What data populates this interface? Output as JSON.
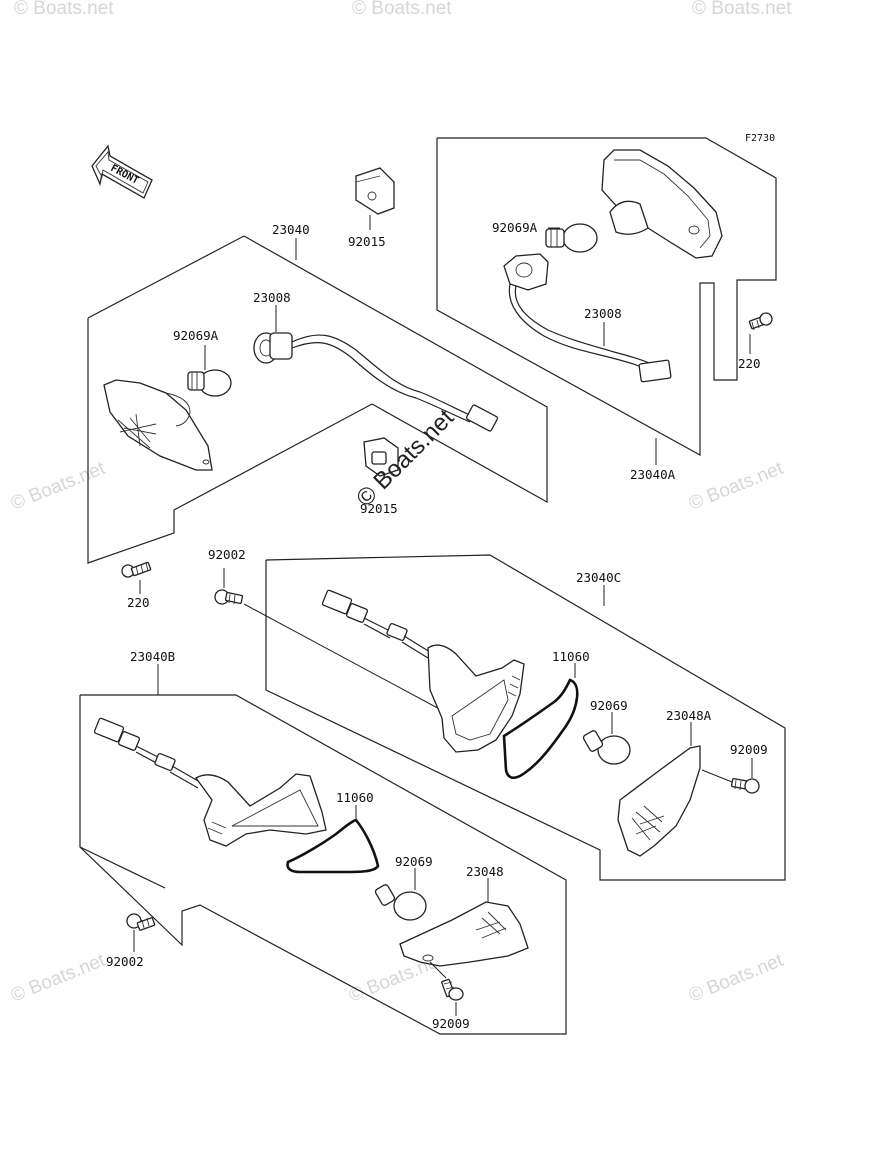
{
  "figure_ref": "F2730",
  "front_indicator": "FRONT",
  "watermark": "© Boats.net",
  "labels": {
    "p23040": "23040",
    "p23008_left": "23008",
    "p92069A_left": "92069A",
    "p92015_top": "92015",
    "p92015_mid": "92015",
    "p220_left": "220",
    "p92069A_right": "92069A",
    "p23008_right": "23008",
    "p220_right": "220",
    "p23040A": "23040A",
    "p92002_top": "92002",
    "p23040C": "23040C",
    "p11060_right": "11060",
    "p92069_right": "92069",
    "p23048A": "23048A",
    "p92009_right": "92009",
    "p23040B": "23040B",
    "p11060_left": "11060",
    "p92069_left": "92069",
    "p23048": "23048",
    "p92002_bottom": "92002",
    "p92009_bottom": "92009"
  }
}
